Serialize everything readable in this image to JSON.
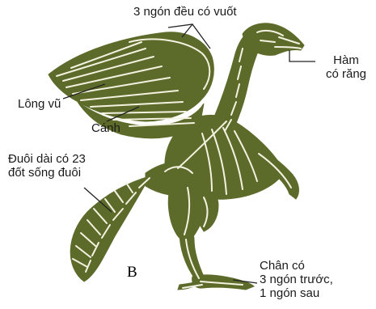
{
  "colors": {
    "bird": "#5d6b2a",
    "bone": "#f3f1df",
    "leader": "#222222"
  },
  "labels": {
    "claws": "3 ngón đều có vuốt",
    "jaw_line1": "Hàm",
    "jaw_line2": "có răng",
    "feathers": "Lông vũ",
    "wing": "Cánh",
    "tail_line1": "Đuôi dài có 23",
    "tail_line2": "đốt sống đuôi",
    "feet_line1": "Chân có",
    "feet_line2": "3 ngón trước,",
    "feet_line3": "1 ngón sau"
  },
  "figure_letter": "B"
}
